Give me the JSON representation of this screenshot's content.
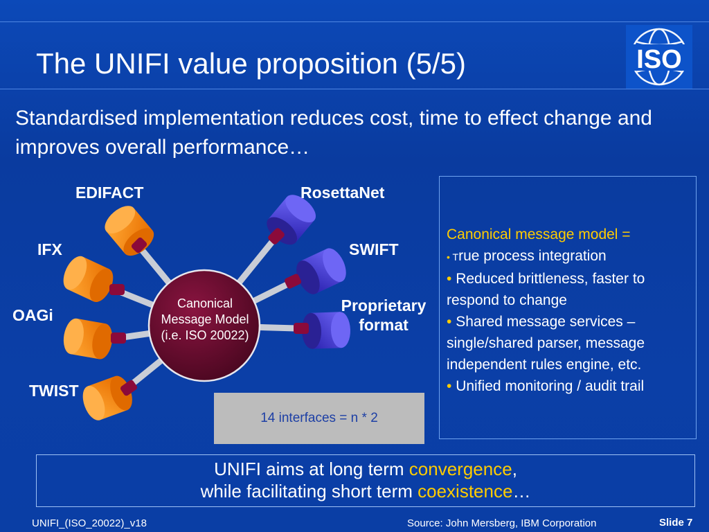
{
  "slide": {
    "title": "The UNIFI value proposition (5/5)",
    "lede": "Standardised implementation reduces cost, time to effect change and improves overall performance…",
    "logo_text": "ISO"
  },
  "diagram": {
    "hub_lines": [
      "Canonical",
      "Message Model",
      "(i.e. ISO 20022)"
    ],
    "left_labels": [
      "EDIFACT",
      "IFX",
      "OAGi",
      "TWIST"
    ],
    "right_labels": [
      "RosettaNet",
      "SWIFT"
    ],
    "proprietary_lines": [
      "Proprietary",
      "format"
    ],
    "interfaces_note": "14 interfaces = n * 2",
    "colors": {
      "orange": "#ff8a00",
      "blue": "#4a3fe0",
      "hub": "#6b0a2e",
      "connector": "#8b0a3a"
    }
  },
  "panel": {
    "heading": "Canonical message model",
    "heading_suffix": " =",
    "bullets": [
      {
        "first_letter": "T",
        "rest": "rue process integration"
      },
      {
        "text": "Reduced brittleness, faster to respond to change"
      },
      {
        "text": "Shared message services – single/shared parser, message independent rules engine, etc."
      },
      {
        "text": "Unified monitoring / audit trail"
      }
    ]
  },
  "bottom": {
    "line1_a": "UNIFI aims at long term ",
    "line1_hl": "convergence",
    "line1_b": ",",
    "line2_a": "while facilitating short term ",
    "line2_hl": "coexistence",
    "line2_b": "…"
  },
  "footer": {
    "left": "UNIFI_(ISO_20022)_v18",
    "source": "Source: John Mersberg, IBM Corporation",
    "slide": "Slide 7"
  }
}
